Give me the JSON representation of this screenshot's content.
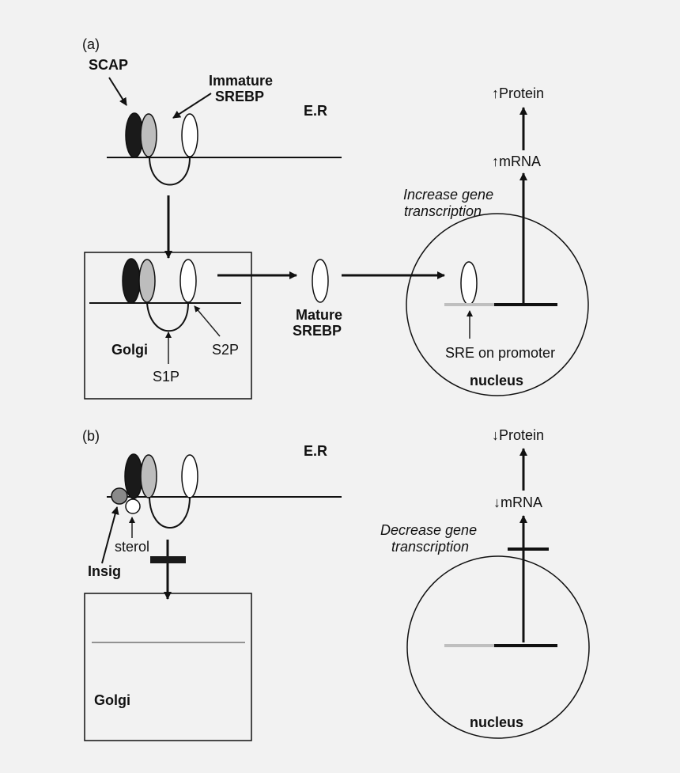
{
  "panel_a": {
    "tag": "(a)",
    "scap": "SCAP",
    "immature_srebp_line1": "Immature",
    "immature_srebp_line2": "SREBP",
    "er": "E.R",
    "golgi": "Golgi",
    "s1p": "S1P",
    "s2p": "S2P",
    "mature_srebp_line1": "Mature",
    "mature_srebp_line2": "SREBP",
    "transcription_line1": "Increase gene",
    "transcription_line2": "transcription",
    "mrna": "↑mRNA",
    "protein": "↑Protein",
    "sre": "SRE on promoter",
    "nucleus": "nucleus"
  },
  "panel_b": {
    "tag": "(b)",
    "er": "E.R",
    "sterol": "sterol",
    "insig": "Insig",
    "golgi": "Golgi",
    "transcription_line1": "Decrease gene",
    "transcription_line2": "transcription",
    "mrna": "↓mRNA",
    "protein": "↓Protein",
    "nucleus": "nucleus"
  },
  "colors": {
    "background": "#f2f2f2",
    "scap_fill": "#1a1a1a",
    "srebp_grey": "#bdbdbd",
    "insig_fill": "#8a8a8a",
    "sre_grey": "#bfbfbf"
  }
}
